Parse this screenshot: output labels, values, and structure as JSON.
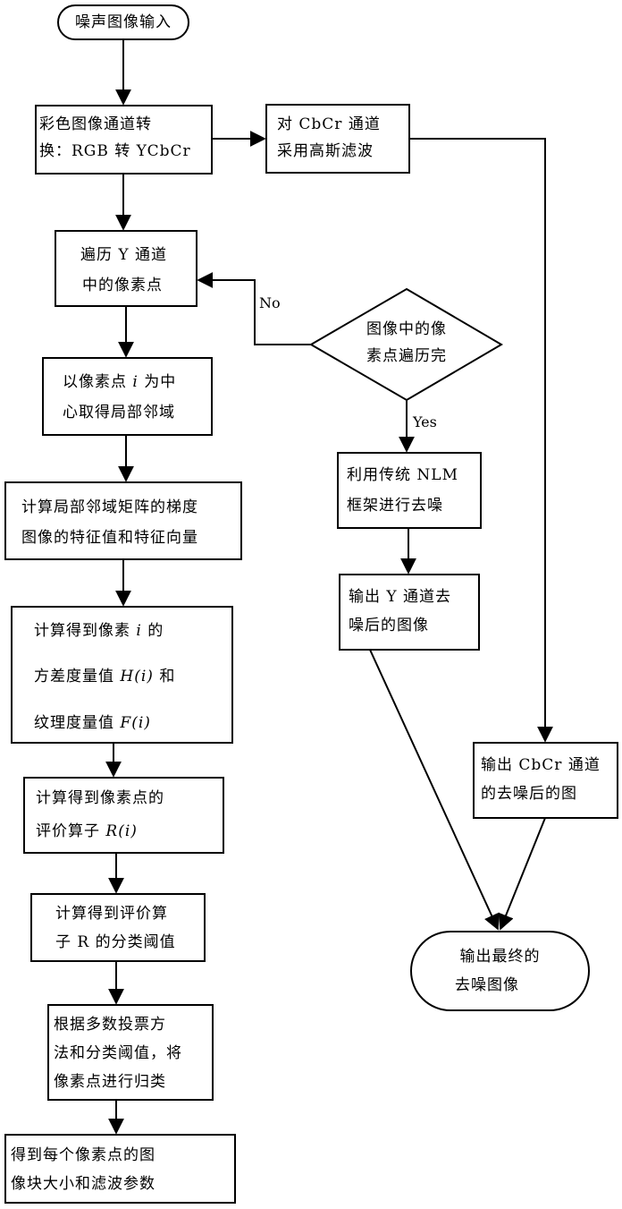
{
  "nodes": {
    "start": {
      "lines": [
        "噪声图像输入"
      ]
    },
    "color_convert": {
      "lines": [
        "彩色图像通道转",
        "换：RGB 转 YCbCr"
      ]
    },
    "cbcr_filter": {
      "lines": [
        "对 CbCr 通道",
        "采用高斯滤波"
      ]
    },
    "traverse_y": {
      "lines": [
        "遍历 Y 通道",
        "中的像素点"
      ]
    },
    "local_neighborhood": {
      "line1_prefix": "以像素点 ",
      "line1_var": "i",
      "line1_suffix": " 为中",
      "line2": "心取得局部邻域"
    },
    "gradient_eigen": {
      "lines": [
        "计算局部邻域矩阵的梯度",
        "图像的特征值和特征向量"
      ]
    },
    "variance_texture": {
      "line1_prefix": "计算得到像素 ",
      "line1_var": "i",
      "line1_suffix": " 的",
      "line2_prefix": "方差度量值 ",
      "line2_var": "H(i)",
      "line2_suffix": " 和",
      "line3_prefix": "纹理度量值 ",
      "line3_var": "F(i)"
    },
    "evaluation_operator": {
      "line1": "计算得到像素点的",
      "line2_prefix": "评价算子 ",
      "line2_var": "R(i)"
    },
    "threshold": {
      "lines": [
        "计算得到评价算",
        "子 R 的分类阈值"
      ]
    },
    "classify": {
      "lines": [
        "根据多数投票方",
        "法和分类阈值，将",
        "像素点进行归类"
      ]
    },
    "params": {
      "lines": [
        "得到每个像素点的图",
        "像块大小和滤波参数"
      ]
    },
    "decision": {
      "lines": [
        "图像中的像",
        "素点遍历完"
      ]
    },
    "nlm": {
      "lines": [
        "利用传统 NLM",
        "框架进行去噪"
      ]
    },
    "output_y": {
      "lines": [
        "输出 Y 通道去",
        "噪后的图像"
      ]
    },
    "output_cbcr": {
      "lines": [
        "输出 CbCr 通道",
        "的去噪后的图"
      ]
    },
    "final_output": {
      "lines": [
        "输出最终的",
        "去噪图像"
      ]
    }
  },
  "labels": {
    "no": "No",
    "yes": "Yes"
  }
}
